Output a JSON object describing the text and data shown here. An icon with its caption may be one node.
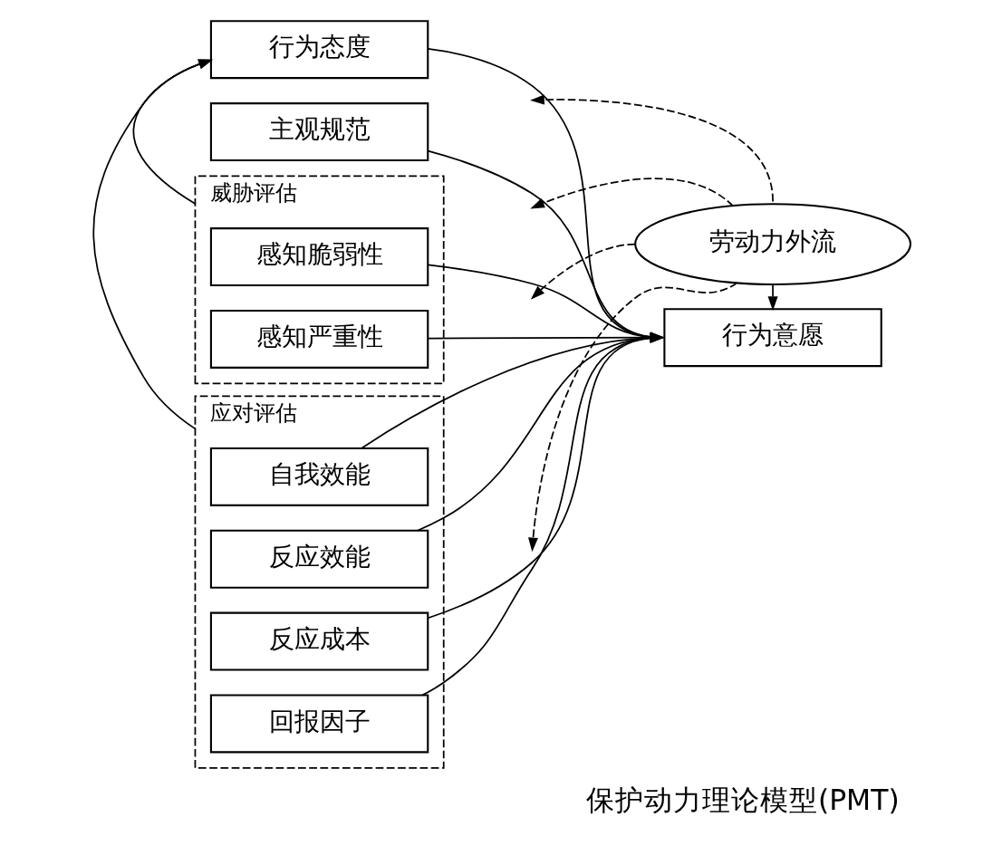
{
  "diagram": {
    "caption": "保护动力理论模型(PMT)",
    "nodes": [
      {
        "text": [
          "行为态度"
        ]
      },
      {
        "text": [
          "主观规范"
        ]
      },
      {
        "text": [
          "威胁评估"
        ]
      },
      {
        "text": [
          "感知脆弱性"
        ],
        "in": 2
      },
      {
        "text": [
          "感知严重性"
        ],
        "in": 2
      },
      {
        "text": [
          "应对评估"
        ]
      },
      {
        "text": [
          "自我效能"
        ],
        "in": 5
      },
      {
        "text": [
          "反应效能"
        ],
        "in": 5
      },
      {
        "text": [
          "反应成本"
        ],
        "in": 5
      },
      {
        "text": [
          "回报因子"
        ],
        "in": 5
      },
      {
        "text": [
          "劳动力外流"
        ]
      },
      {
        "text": [
          "行为意愿"
        ]
      }
    ],
    "edges": [
      {
        "from": 0,
        "to": 11,
        "arrow": "to"
      },
      {
        "from": 1,
        "to": 11,
        "arrow": "to"
      },
      {
        "from": 3,
        "to": 11,
        "arrow": "to"
      },
      {
        "from": 4,
        "to": 11,
        "arrow": "to"
      },
      {
        "from": 6,
        "to": 11,
        "arrow": "to"
      },
      {
        "from": 7,
        "to": 11,
        "arrow": "to"
      },
      {
        "from": 8,
        "to": 11,
        "arrow": "to"
      },
      {
        "from": 9,
        "to": 11,
        "arrow": "to"
      },
      {
        "from": 10,
        "to": 11,
        "arrow": "to"
      },
      {
        "from": 10,
        "to": null,
        "arrow": "to",
        "style": "dashed"
      },
      {
        "from": 10,
        "to": null,
        "arrow": "to",
        "style": "dashed"
      },
      {
        "from": 10,
        "to": null,
        "arrow": "to",
        "style": "dashed"
      },
      {
        "from": 10,
        "to": null,
        "arrow": "to",
        "style": "dashed"
      },
      {
        "from": 2,
        "to": 0,
        "arrow": "to"
      },
      {
        "from": 5,
        "to": 0,
        "arrow": "to"
      }
    ]
  }
}
